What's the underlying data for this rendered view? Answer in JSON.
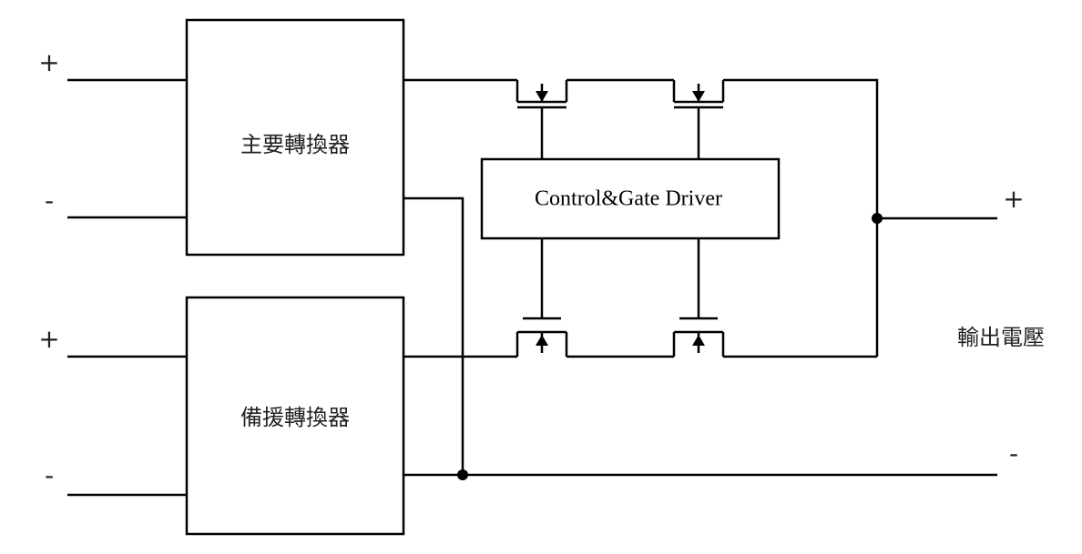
{
  "blocks": {
    "main_converter": "主要轉換器",
    "backup_converter": "備援轉換器",
    "controller": "Control&Gate Driver"
  },
  "terminals": {
    "main_in_plus": "+",
    "main_in_minus": "-",
    "backup_in_plus": "+",
    "backup_in_minus": "-",
    "out_plus": "+",
    "out_minus": "-"
  },
  "output_label": "輸出電壓",
  "colors": {
    "line": "#000000",
    "background": "#ffffff"
  }
}
